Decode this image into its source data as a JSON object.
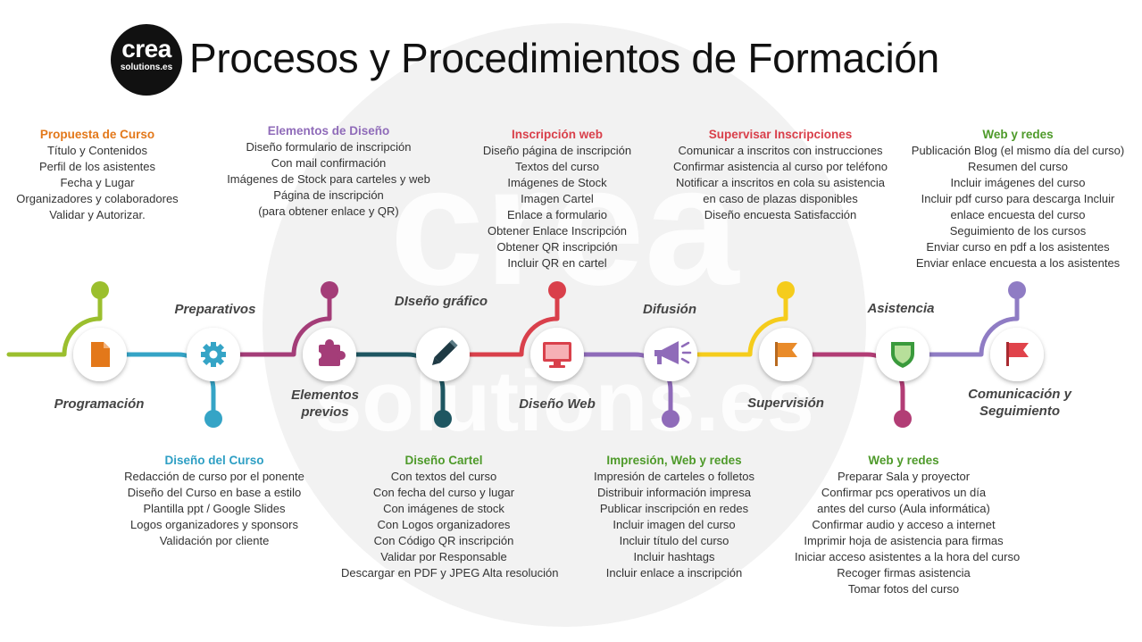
{
  "header": {
    "logo_line1": "crea",
    "logo_line2": "solutions.es",
    "title": "Procesos y Procedimientos de Formación"
  },
  "watermark": {
    "line1": "crea",
    "line2": "solutions.es"
  },
  "colors": {
    "green": "#9bbf2e",
    "blue": "#35a4c6",
    "plum": "#a43d78",
    "teal": "#1e5661",
    "red": "#d9404b",
    "purple": "#8f6bb9",
    "yellow": "#f5cc1c",
    "magenta": "#b23d75",
    "lavender": "#8f7cc4",
    "orange": "#e3781a",
    "heading_green": "#4e9a2a",
    "heading_blue": "#2e9fc4"
  },
  "stages": {
    "programacion": {
      "label": "Programación",
      "icon": "document-icon"
    },
    "preparativos": {
      "label": "Preparativos",
      "icon": "gear-icon"
    },
    "elementos_previos": {
      "label_l1": "Elementos",
      "label_l2": "previos",
      "icon": "puzzle-icon"
    },
    "diseno_grafico": {
      "label": "DIseño gráfico",
      "icon": "pencil-icon"
    },
    "diseno_web": {
      "label": "Diseño Web",
      "icon": "monitor-icon"
    },
    "difusion": {
      "label": "Difusión",
      "icon": "megaphone-icon"
    },
    "supervision": {
      "label": "Supervisión",
      "icon": "flag-icon"
    },
    "asistencia": {
      "label": "Asistencia",
      "icon": "shield-icon"
    },
    "comunicacion": {
      "label_l1": "Comunicación y",
      "label_l2": "Seguimiento",
      "icon": "flag-icon"
    }
  },
  "blocks": {
    "propuesta": {
      "heading": "Propuesta de Curso",
      "lines": [
        "Título y Contenidos",
        "Perfil de los asistentes",
        "Fecha y Lugar",
        "Organizadores y colaboradores",
        "Validar y Autorizar."
      ]
    },
    "elementos_diseno": {
      "heading": "Elementos de Diseño",
      "lines": [
        "Diseño formulario de inscripción",
        "Con mail confirmación",
        "Imágenes de Stock para carteles y web",
        "Página de inscripción",
        "(para obtener enlace y QR)"
      ]
    },
    "inscripcion_web": {
      "heading": "Inscripción web",
      "lines": [
        "Diseño página de inscripción",
        "Textos del curso",
        "Imágenes de Stock",
        "Imagen Cartel",
        "Enlace a formulario",
        "Obtener Enlace Inscripción",
        "Obtener QR inscripción",
        "Incluir QR en cartel"
      ]
    },
    "supervisar": {
      "heading": "Supervisar Inscripciones",
      "lines": [
        "Comunicar a inscritos con instrucciones",
        "Confirmar asistencia al curso por teléfono",
        "Notificar a inscritos en cola su asistencia",
        "en caso de plazas disponibles",
        "Diseño encuesta Satisfacción"
      ]
    },
    "web_redes_top": {
      "heading": "Web y redes",
      "lines": [
        "Publicación Blog (el mismo día del curso)",
        "Resumen del curso",
        "Incluir imágenes del curso",
        "Incluir pdf curso para descarga Incluir",
        "enlace encuesta del curso",
        "Seguimiento de los cursos",
        "Enviar curso en pdf a los asistentes",
        "Enviar enlace encuesta a los asistentes"
      ]
    },
    "diseno_curso": {
      "heading": "Diseño del Curso",
      "lines": [
        "Redacción de curso por el ponente",
        "Diseño del Curso en base a estilo",
        "Plantilla ppt / Google Slides",
        "Logos organizadores y sponsors",
        "Validación por cliente"
      ]
    },
    "diseno_cartel": {
      "heading": "Diseño Cartel",
      "lines": [
        "Con textos del curso",
        "Con fecha del curso y lugar",
        "Con imágenes de stock",
        "Con Logos organizadores",
        "Con Código QR inscripción",
        "Validar por Responsable",
        "Descargar en PDF y JPEG Alta resolución"
      ]
    },
    "impresion": {
      "heading": "Impresión, Web y redes",
      "lines": [
        "Impresión de carteles o folletos",
        "Distribuir información impresa",
        "Publicar inscripción en redes",
        "Incluir imagen del curso",
        "Incluir título del curso",
        "Incluir hashtags",
        "Incluir enlace a inscripción"
      ]
    },
    "web_redes_bottom": {
      "heading": "Web y redes",
      "lines": [
        "Preparar Sala y proyector",
        "Confirmar pcs operativos un día",
        "antes del curso (Aula informática)",
        "Confirmar audio y acceso a internet",
        "Imprimir hoja de asistencia para firmas",
        "Iniciar acceso asistentes a la hora del curso",
        "Recoger firmas asistencia",
        "Tomar fotos del curso"
      ]
    }
  }
}
